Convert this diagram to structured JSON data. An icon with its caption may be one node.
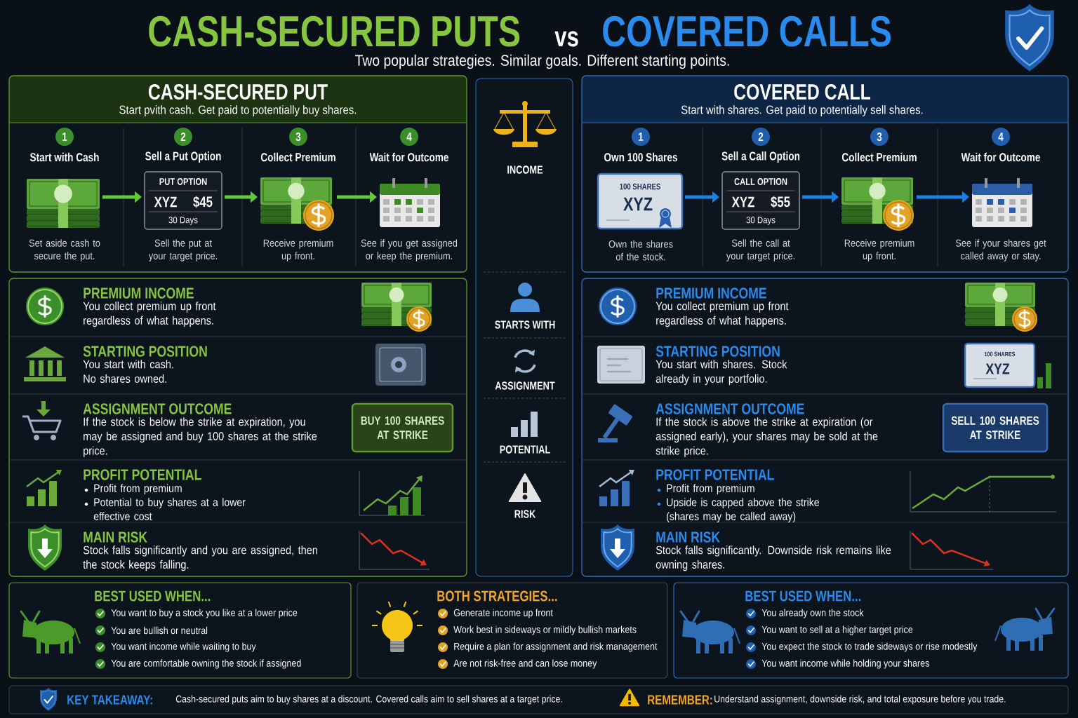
{
  "diagram": {
    "nodes": [
      {
        "text": [
          "CASH-SECURED PUT",
          "Start pvith cash. Get paid to potentially buy shares."
        ]
      },
      {
        "text": [
          "1",
          "Start with Cash",
          "Set aside cash to secure the put."
        ],
        "in": 0
      },
      {
        "text": [
          "2",
          "Sell a Put Option",
          "PUT OPTION",
          "XYZ",
          "$45",
          "30 Days",
          "Sell the put at your target price."
        ],
        "in": 0
      },
      {
        "text": [
          "3",
          "Collect Premium",
          "Receive premium up front."
        ],
        "in": 0
      },
      {
        "text": [
          "4",
          "Wait for Outcome",
          "See if you get assigned or keep the premium."
        ],
        "in": 0
      },
      {
        "text": [
          "INCOME",
          "STARTS WITH",
          "ASSIGNMENT",
          "POTENTIAL",
          "RISK"
        ]
      },
      {
        "text": [
          "COVERED CALL",
          "Start with shares. Get paid to potentially sell shares."
        ]
      },
      {
        "text": [
          "1",
          "Own 100 Shares",
          "Own the shares of the stock."
        ],
        "in": 6
      },
      {
        "text": [
          "100 SHARES",
          "XYZ"
        ],
        "in": 7
      },
      {
        "text": [
          "2",
          "Sell a Call Option",
          "CALL OPTION",
          "XYZ",
          "$55",
          "30 Days",
          "Sell the call at your target price."
        ],
        "in": 6
      },
      {
        "text": [
          "3",
          "Collect Premium",
          "Receive premium up front."
        ],
        "in": 6
      },
      {
        "text": [
          "4",
          "Wait for Outcome",
          "See if your shares get called away or stay."
        ],
        "in": 6
      },
      {
        "text": [],
        "shape": "box"
      },
      {
        "text": [
          "PREMIUM INCOME",
          "You collect premium up front regardless of what happens."
        ],
        "in": 12
      },
      {
        "text": [
          "STARTING POSITION",
          "You start with cash. No shares owned."
        ],
        "in": 12
      },
      {
        "text": [
          "ASSIGNMENT OUTCOME",
          "If the stock is below the strike at expiration, you may be assigned and buy 100 shares at the strike price."
        ],
        "in": 12
      },
      {
        "text": [
          "BUY 100 SHARES AT STRIKE"
        ],
        "in": 12
      },
      {
        "text": [
          "PROFIT POTENTIAL",
          "Profit from premium",
          "Potential to buy shares at a lower effective cost"
        ],
        "in": 12
      },
      {
        "text": [
          "MAIN RISK",
          "Stock falls significantly and you are assigned, then the stock keeps falling."
        ],
        "in": 12
      },
      {
        "text": [],
        "shape": "box"
      },
      {
        "text": [
          "PREMIUM INCOME",
          "You collect premium up front regardless of what happens."
        ],
        "in": 19
      },
      {
        "text": [
          "STARTING POSITION",
          "You start with shares. Stock already in your portfolio."
        ],
        "in": 19
      },
      {
        "text": [
          "100 SHARES",
          "XYZ"
        ],
        "in": 21
      },
      {
        "text": [
          "ASSIGNMENT OUTCOME",
          "If the stock is above the strike at expiration (or assigned early), your shares may be sold at the strike price."
        ],
        "in": 19
      },
      {
        "text": [
          "SELL 100 SHARES AT STRIKE"
        ],
        "in": 19
      },
      {
        "text": [
          "PROFIT POTENTIAL",
          "Profit from premium",
          "Upside is capped above the strike (shares may be called away)"
        ],
        "in": 19
      },
      {
        "text": [
          "MAIN RISK",
          "Stock falls significantly. Downside risk remains like owning shares."
        ],
        "in": 19
      },
      {
        "text": [
          "BEST USED WHEN...",
          "You want to buy a stock you like at a lower price",
          "You are bullish or neutral",
          "You want income while waiting to buy",
          "You are comfortable owning the stock if assigned"
        ]
      },
      {
        "text": [
          "BOTH STRATEGIES...",
          "Generate income up front",
          "Work best in sideways or mildly bullish markets",
          "Require a plan for assignment and risk management",
          "Are not risk-free and can lose money"
        ]
      },
      {
        "text": [
          "BEST USED WHEN...",
          "You already own the stock",
          "You want to sell at a higher target price",
          "You expect the stock to trade sideways or rise modestly",
          "You want income while holding your shares"
        ]
      },
      {
        "text": [
          "KEY TAKEAWAY:",
          "Cash-secured puts aim to buy shares at a discount. Covered calls aim to sell shares at a target price.",
          "REMEMBER:",
          "Understand assignment, downside risk, and total exposure before you trade."
        ]
      }
    ],
    "edges": [
      {
        "from": 1,
        "to": 2,
        "arrow": "to",
        "color": "#6fb52c"
      },
      {
        "from": 2,
        "to": 3,
        "arrow": "to",
        "color": "#6fb52c"
      },
      {
        "from": 3,
        "to": 4,
        "arrow": "to",
        "color": "#6fb52c"
      },
      {
        "from": 7,
        "to": 9,
        "arrow": "to",
        "color": "#1e7be0"
      },
      {
        "from": 9,
        "to": 10,
        "arrow": "to",
        "color": "#1e7be0"
      },
      {
        "from": 10,
        "to": 11,
        "arrow": "to",
        "color": "#1e7be0"
      }
    ],
    "labels": [
      "CASH-SECURED PUTS",
      "vs",
      "COVERED CALLS",
      "Two popular strategies. Similar goals. Different starting points."
    ]
  }
}
